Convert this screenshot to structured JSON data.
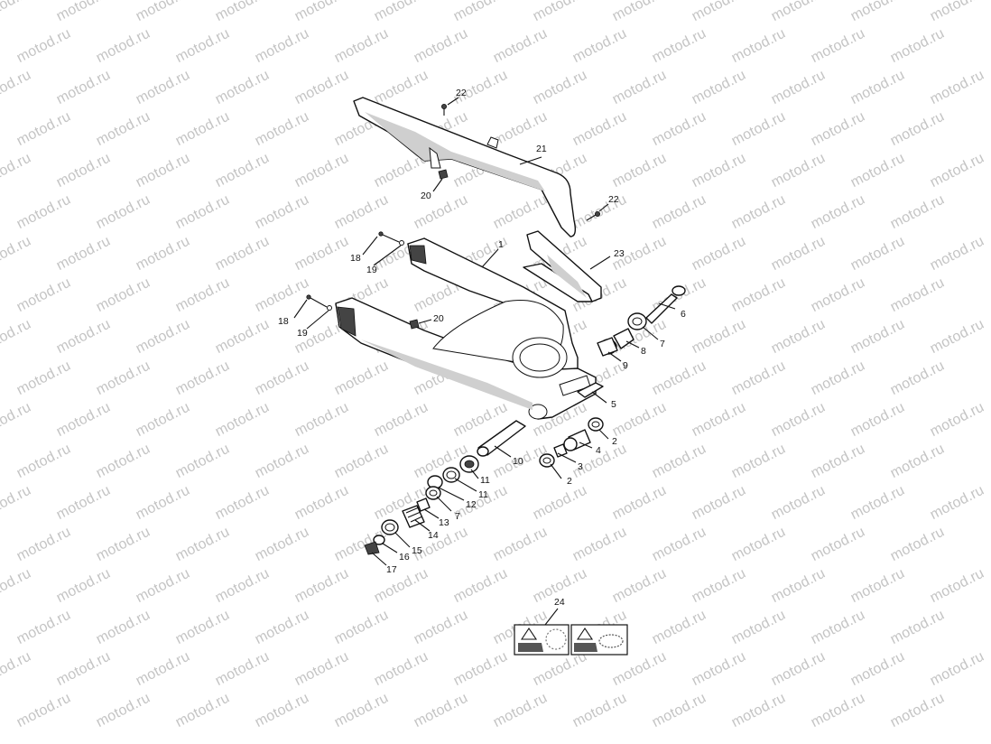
{
  "watermark": {
    "text": "motod.ru"
  },
  "callouts": {
    "c1": "1",
    "c2a": "2",
    "c2b": "2",
    "c3": "3",
    "c4": "4",
    "c5": "5",
    "c6": "6",
    "c7a": "7",
    "c7b": "7",
    "c8": "8",
    "c9": "9",
    "c10": "10",
    "c11a": "11",
    "c11b": "11",
    "c12": "12",
    "c13": "13",
    "c14": "14",
    "c15": "15",
    "c16": "16",
    "c17": "17",
    "c18a": "18",
    "c18b": "18",
    "c19a": "19",
    "c19b": "19",
    "c20a": "20",
    "c20b": "20",
    "c21": "21",
    "c22a": "22",
    "c22b": "22",
    "c23": "23",
    "c24": "24"
  }
}
